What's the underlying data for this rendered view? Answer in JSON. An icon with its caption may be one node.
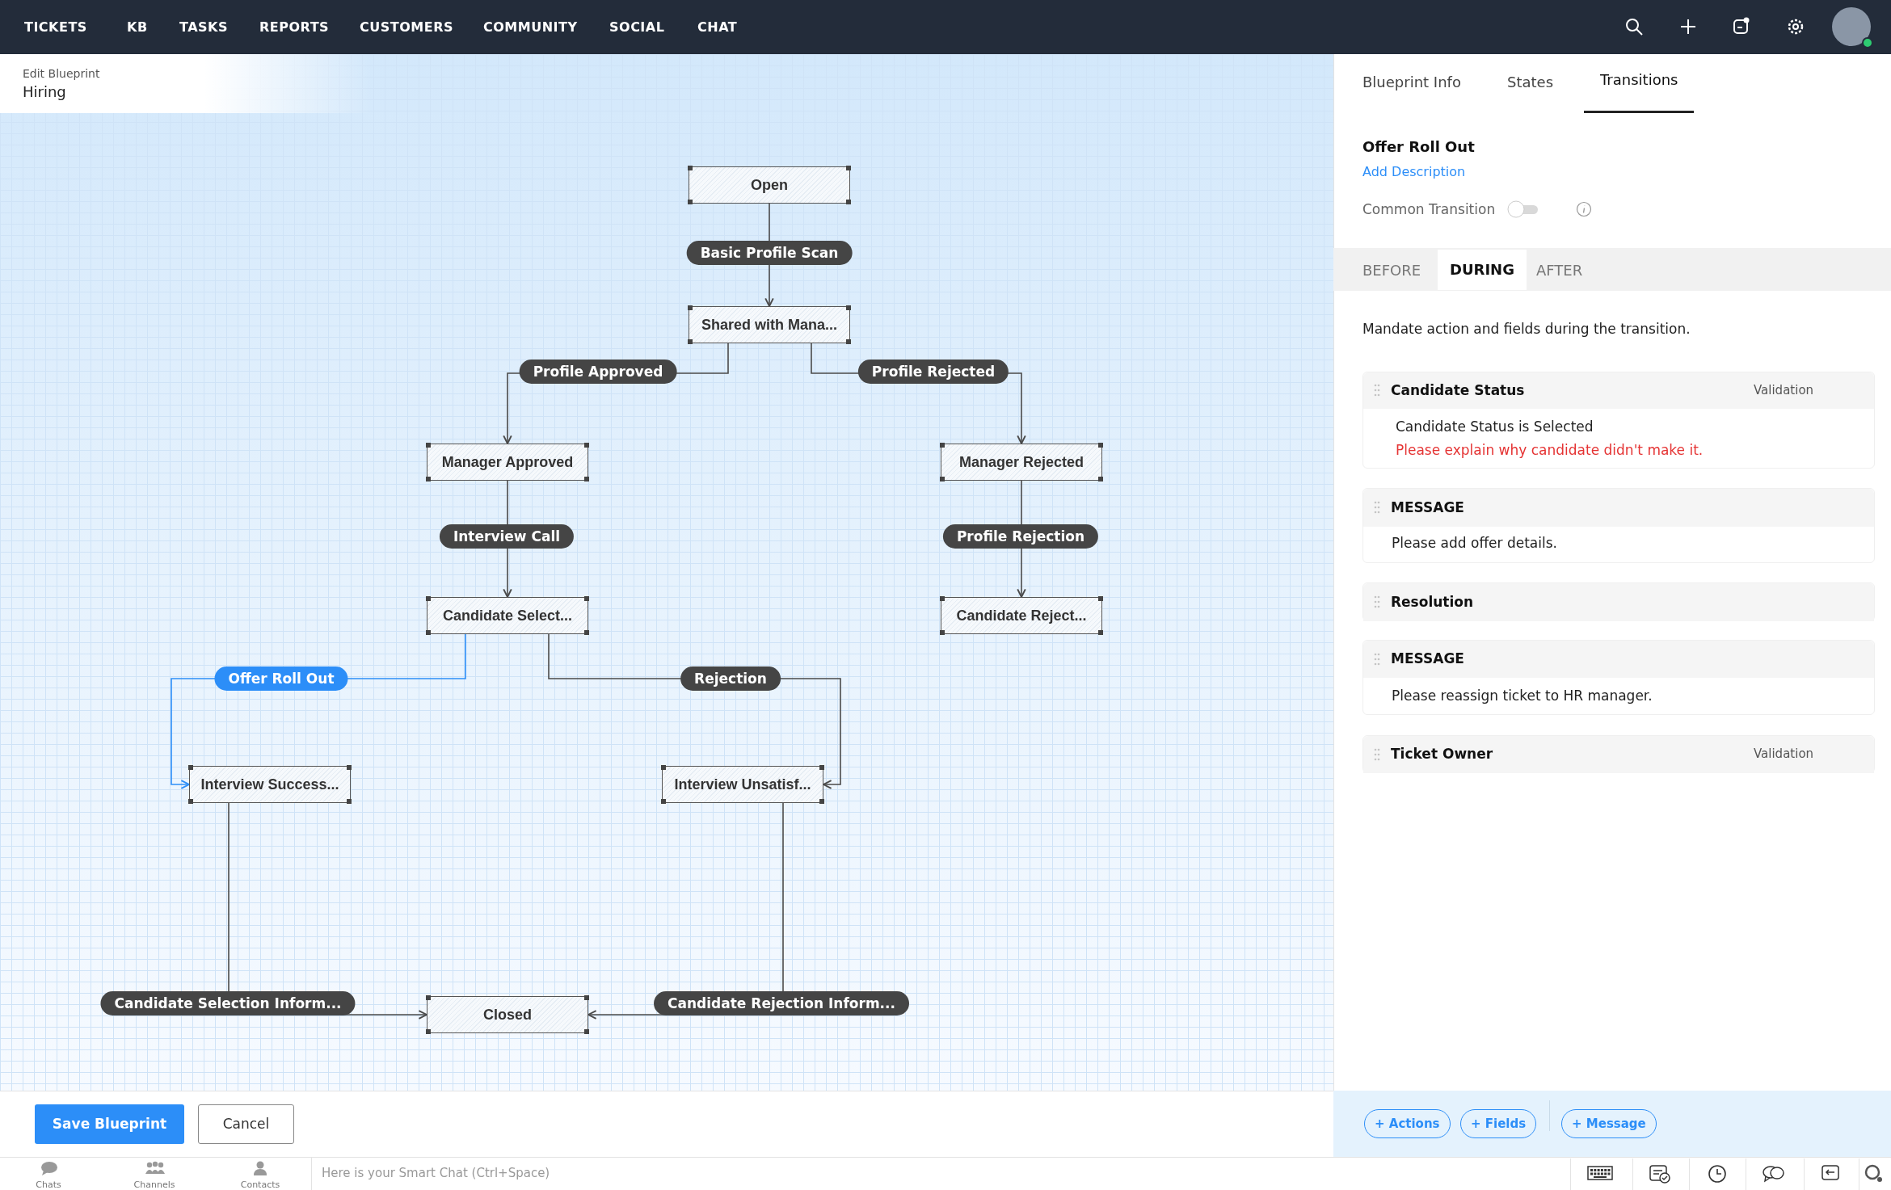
{
  "diagram": {
    "nodes": [
      {
        "text": [
          "Open"
        ]
      },
      {
        "text": [
          "Shared with Mana..."
        ]
      },
      {
        "text": [
          "Manager Approved"
        ]
      },
      {
        "text": [
          "Manager Rejected"
        ]
      },
      {
        "text": [
          "Candidate Select..."
        ]
      },
      {
        "text": [
          "Candidate Reject..."
        ]
      },
      {
        "text": [
          "Interview Success..."
        ]
      },
      {
        "text": [
          "Interview Unsatisf..."
        ]
      },
      {
        "text": [
          "Closed"
        ]
      }
    ],
    "edges": [
      {
        "from": 0,
        "to": 1,
        "arrow": "to",
        "label": "Basic Profile Scan"
      },
      {
        "from": 1,
        "to": 2,
        "arrow": "to",
        "label": "Profile Approved"
      },
      {
        "from": 1,
        "to": 3,
        "arrow": "to",
        "label": "Profile Rejected"
      },
      {
        "from": 2,
        "to": 4,
        "arrow": "to",
        "label": "Interview Call"
      },
      {
        "from": 3,
        "to": 5,
        "arrow": "to",
        "label": "Profile Rejection"
      },
      {
        "from": 4,
        "to": 6,
        "arrow": "to",
        "label": "Offer Roll Out",
        "color": "#2c8ef8"
      },
      {
        "from": 4,
        "to": 7,
        "arrow": "to",
        "label": "Rejection"
      },
      {
        "from": 6,
        "to": 8,
        "arrow": "to",
        "label": "Candidate Selection Inform..."
      },
      {
        "from": 7,
        "to": 8,
        "arrow": "to",
        "label": "Candidate Rejection Inform..."
      }
    ],
    "labels": [
      "TICKETS",
      "KB",
      "TASKS",
      "REPORTS",
      "CUSTOMERS",
      "COMMUNITY",
      "SOCIAL",
      "CHAT",
      "Edit Blueprint",
      "Hiring",
      "Blueprint Info",
      "States",
      "Transitions",
      "Offer Roll Out",
      "Add Description",
      "Common Transition",
      "BEFORE",
      "DURING",
      "AFTER",
      "Mandate action and fields during the transition.",
      "Candidate Status",
      "Validation",
      "Candidate Status is Selected",
      "Please explain why candidate didn't make it.",
      "MESSAGE",
      "Please add offer details.",
      "Resolution",
      "MESSAGE",
      "Please reassign ticket to HR manager.",
      "Ticket Owner",
      "Validation",
      "Save Blueprint",
      "Cancel",
      "+ Actions",
      "+ Fields",
      "+ Message",
      "Chats",
      "Channels",
      "Contacts",
      "Here is your Smart Chat (Ctrl+Space)"
    ]
  }
}
